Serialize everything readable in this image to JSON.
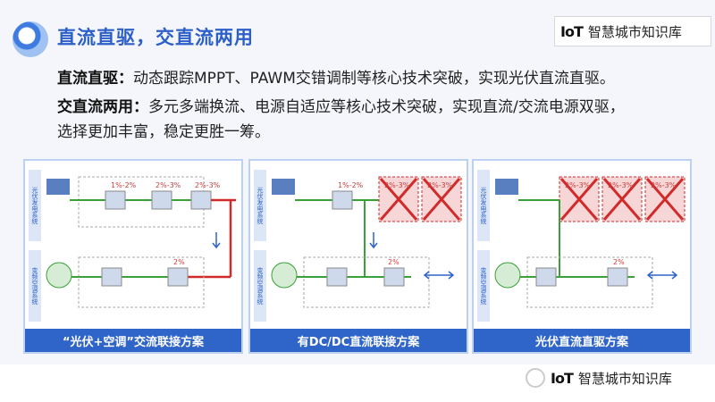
{
  "title": "直流直驱，交直流两用",
  "watermark": {
    "logo": "IoT",
    "text": "智慧城市知识库"
  },
  "lines": [
    {
      "label": "直流直驱：",
      "text": "动态跟踪MPPT、PAWM交错调制等核心技术突破，实现光伏直流直驱。"
    },
    {
      "label": "交直流两用：",
      "text": "多元多端换流、电源自适应等核心技术突破，实现直流/交流电源双驱，"
    },
    {
      "label": "",
      "text": "选择更加丰富，稳定更胜一筹。"
    }
  ],
  "panels": [
    {
      "caption": "“光伏+空调”交流联接方案",
      "pct": [
        "1%-2%",
        "2%-3%",
        "2%-3%",
        "2%"
      ],
      "side_top": "光伏发电系统",
      "side_bottom": "变频空调系统"
    },
    {
      "caption": "有DC/DC直流联接方案",
      "pct": [
        "1%-2%",
        "2%-3%",
        "2%-3%",
        "2%"
      ],
      "side_top": "光伏发电系统",
      "side_bottom": "变频空调系统"
    },
    {
      "caption": "光伏直流直驱方案",
      "pct": [
        "2%-3%",
        "2%-3%",
        "2%-3%",
        "2%"
      ],
      "side_top": "光伏发电系统",
      "side_bottom": "变频空调系统"
    }
  ],
  "bottom_watermark": {
    "text": "智慧城市知识库"
  },
  "colors": {
    "title": "#2c5fc8",
    "caption_bg": "#2f64c8",
    "pct": "#d23a3a",
    "line_green": "#3aa13a",
    "line_red": "#d12a2a"
  }
}
